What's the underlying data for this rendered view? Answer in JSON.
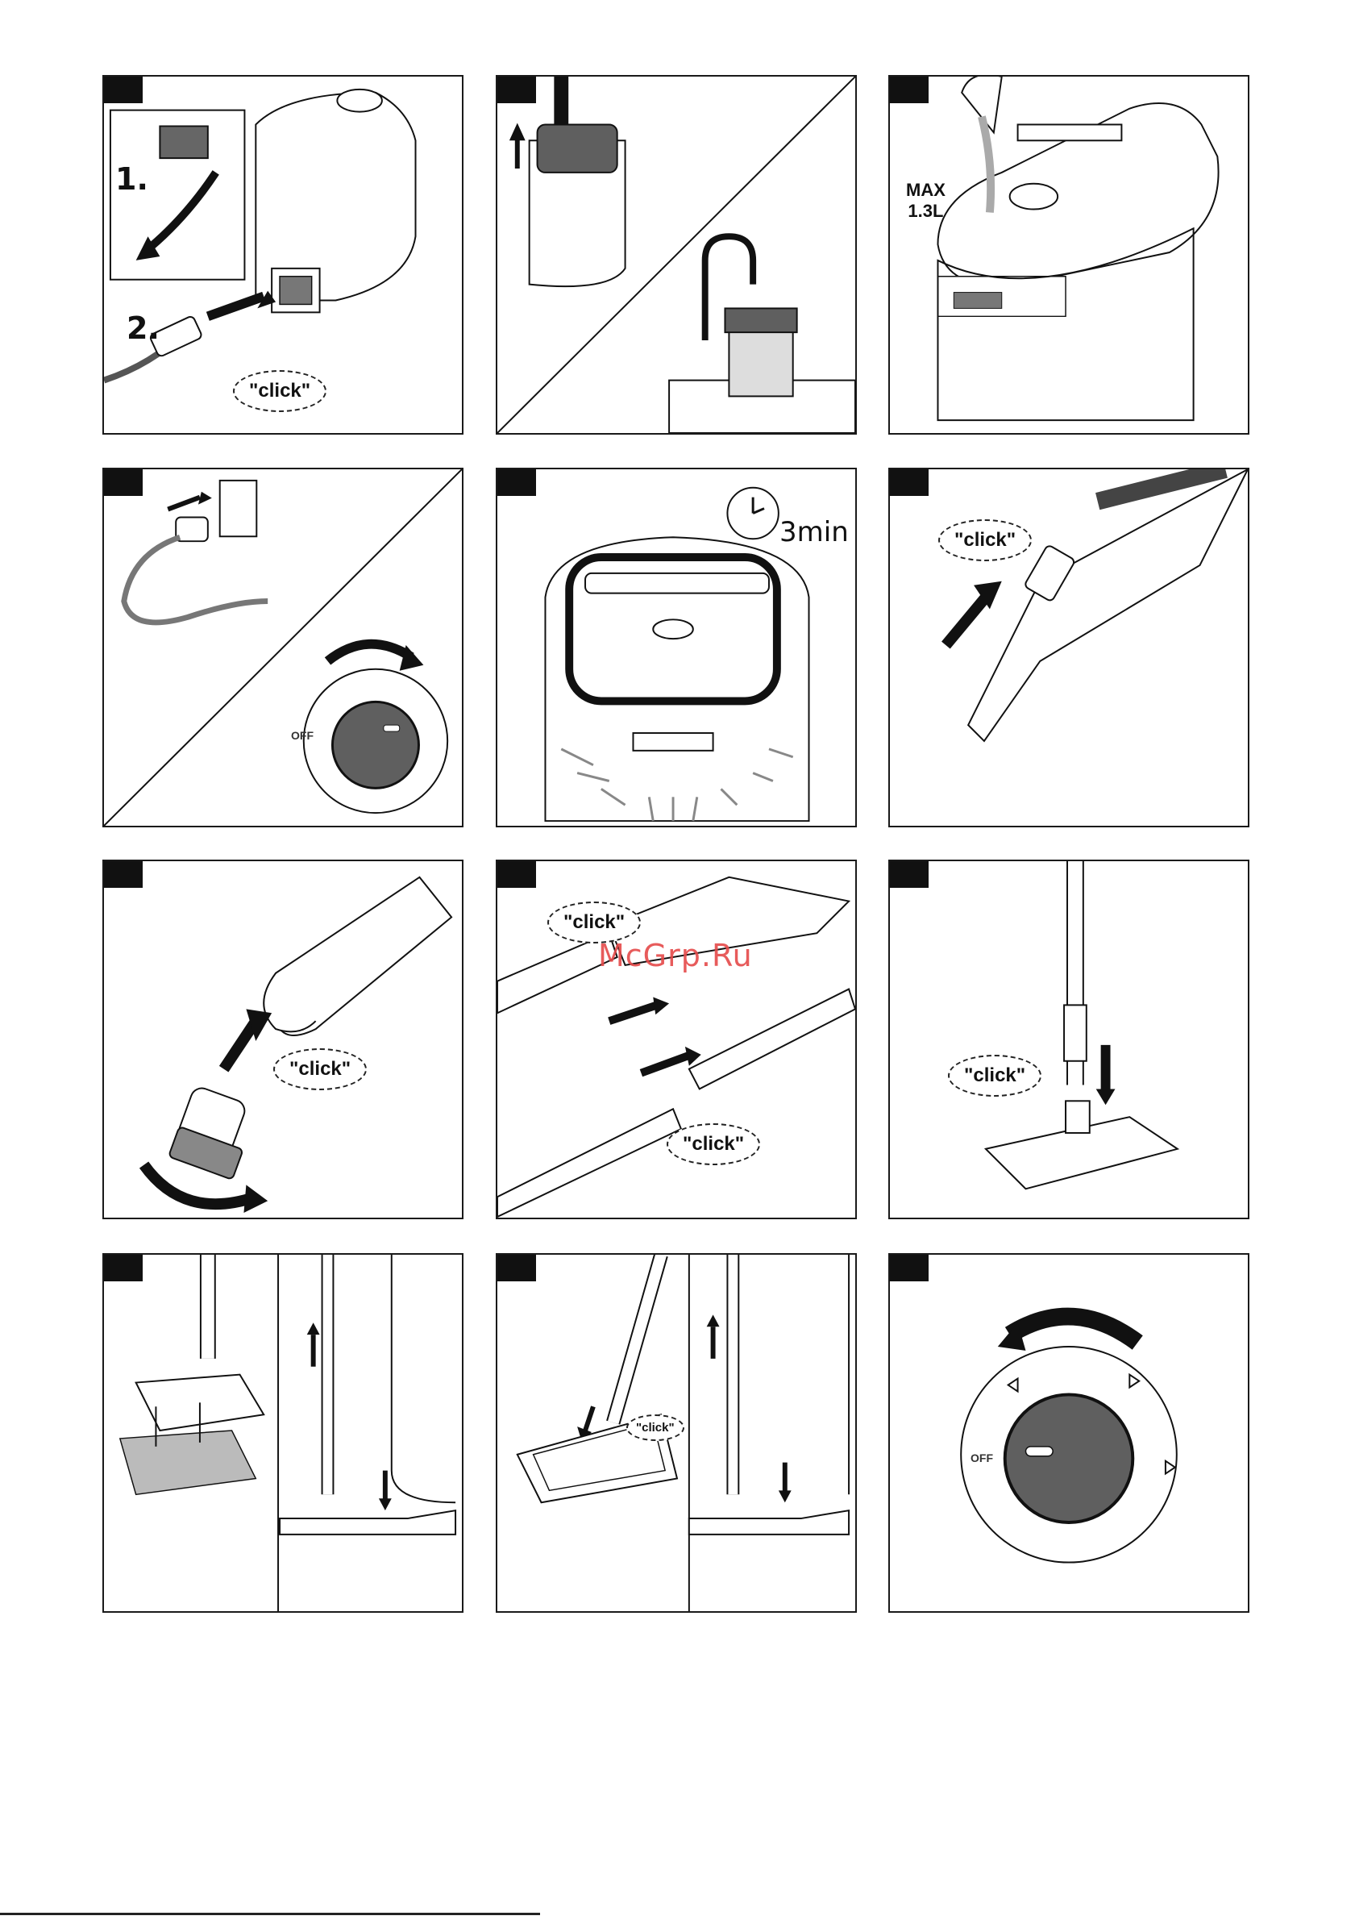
{
  "watermark": "McGrp.Ru",
  "panels": {
    "p1": {
      "step1": "1.",
      "step2": "2.",
      "click": "\"click\""
    },
    "p3": {
      "max_line1": "MAX",
      "max_line2": "1.3L"
    },
    "p4": {
      "off": "OFF"
    },
    "p5": {
      "time": "3min"
    },
    "p6": {
      "click": "\"click\""
    },
    "p7": {
      "click": "\"click\""
    },
    "p8": {
      "click_top": "\"click\"",
      "click_bottom": "\"click\""
    },
    "p9": {
      "click": "\"click\""
    },
    "p11": {
      "click": "\"click\""
    },
    "p12": {
      "off": "OFF"
    }
  },
  "colors": {
    "ink": "#111111",
    "grey_fill": "#5f5f5f",
    "light_grey": "#9a9a9a",
    "watermark": "#e54a4a"
  }
}
